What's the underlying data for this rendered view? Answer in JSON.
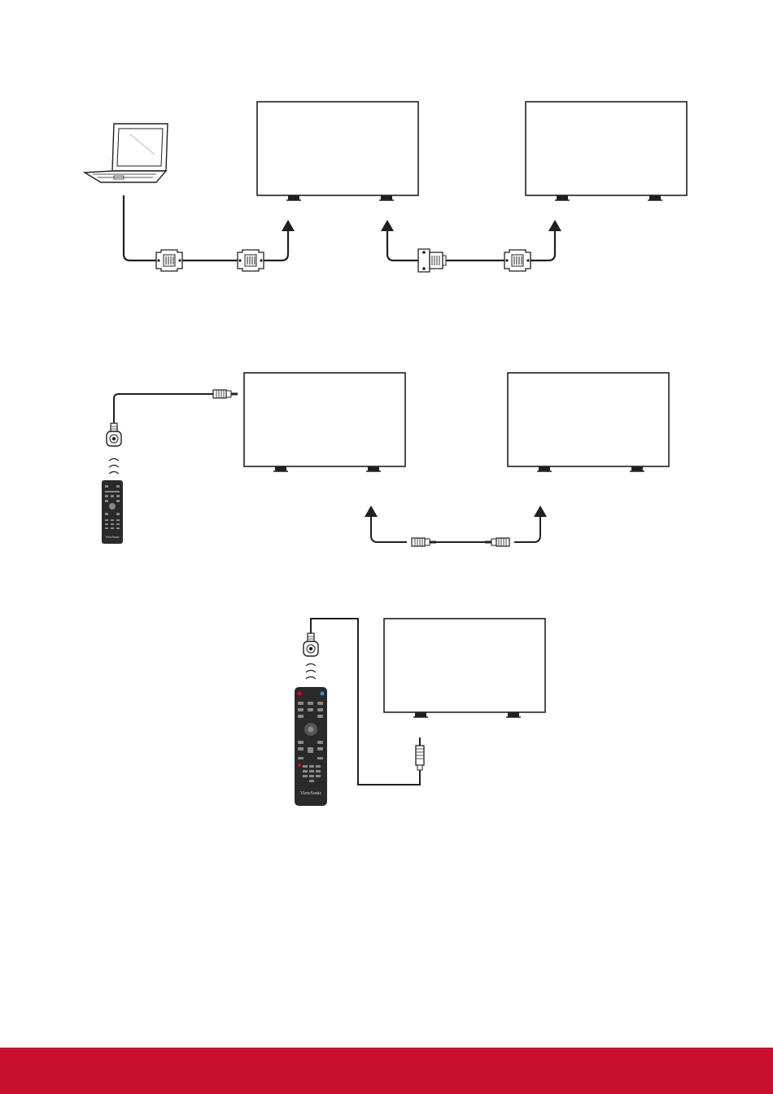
{
  "brand": {
    "name": "ViewSonic"
  },
  "colors": {
    "footer": "#c8102e",
    "line": "#231f20",
    "remote": "#2a2a2a"
  },
  "diagrams": [
    {
      "name": "rs232-daisy-chain",
      "icons": [
        "laptop-icon",
        "db9-connector-icon",
        "dvi-connector-icon",
        "monitor-icon"
      ]
    },
    {
      "name": "ir-daisy-chain",
      "icons": [
        "ir-receiver-icon",
        "remote-control-icon",
        "audio-jack-icon",
        "monitor-icon"
      ]
    },
    {
      "name": "ir-single-display",
      "icons": [
        "ir-receiver-icon",
        "remote-control-icon",
        "audio-jack-icon",
        "monitor-icon"
      ]
    }
  ]
}
